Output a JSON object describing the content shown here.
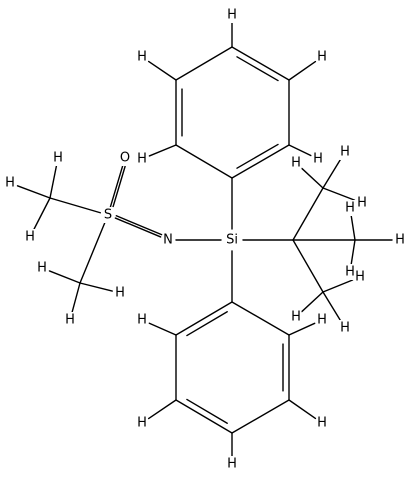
{
  "molecule": {
    "atoms": [
      {
        "id": "Si1",
        "label": "Si"
      },
      {
        "id": "N1",
        "label": "N"
      },
      {
        "id": "S1",
        "label": "S"
      },
      {
        "id": "O1",
        "label": "O"
      },
      {
        "id": "Ph1_C1",
        "label": ""
      },
      {
        "id": "Ph1_C2",
        "label": ""
      },
      {
        "id": "Ph1_C3",
        "label": ""
      },
      {
        "id": "Ph1_C4",
        "label": ""
      },
      {
        "id": "Ph1_C5",
        "label": ""
      },
      {
        "id": "Ph1_C6",
        "label": ""
      },
      {
        "id": "Ph2_C1",
        "label": ""
      },
      {
        "id": "Ph2_C2",
        "label": ""
      },
      {
        "id": "Ph2_C3",
        "label": ""
      },
      {
        "id": "Ph2_C4",
        "label": ""
      },
      {
        "id": "Ph2_C5",
        "label": ""
      },
      {
        "id": "Ph2_C6",
        "label": ""
      },
      {
        "id": "tBu_C",
        "label": ""
      },
      {
        "id": "Me1",
        "label": ""
      },
      {
        "id": "Me2",
        "label": ""
      },
      {
        "id": "Me3",
        "label": ""
      },
      {
        "id": "SMe1",
        "label": ""
      },
      {
        "id": "SMe2",
        "label": ""
      },
      {
        "id": "H1",
        "label": "H"
      },
      {
        "id": "H2",
        "label": "H"
      },
      {
        "id": "H3",
        "label": "H"
      },
      {
        "id": "H4",
        "label": "H"
      },
      {
        "id": "H5",
        "label": "H"
      },
      {
        "id": "H6",
        "label": "H"
      },
      {
        "id": "H7",
        "label": "H"
      },
      {
        "id": "H8",
        "label": "H"
      },
      {
        "id": "H9",
        "label": "H"
      },
      {
        "id": "H10",
        "label": "H"
      },
      {
        "id": "H11",
        "label": "H"
      },
      {
        "id": "H12",
        "label": "H"
      },
      {
        "id": "H13",
        "label": "H"
      },
      {
        "id": "H14",
        "label": "H"
      },
      {
        "id": "H15",
        "label": "H"
      },
      {
        "id": "H16",
        "label": "H"
      },
      {
        "id": "H17",
        "label": "H"
      },
      {
        "id": "H18",
        "label": "H"
      },
      {
        "id": "H19",
        "label": "H"
      },
      {
        "id": "H20",
        "label": "H"
      },
      {
        "id": "H21",
        "label": "H"
      },
      {
        "id": "H22",
        "label": "H"
      },
      {
        "id": "H23",
        "label": "H"
      },
      {
        "id": "H24",
        "label": "H"
      },
      {
        "id": "H25",
        "label": "H"
      }
    ],
    "bonds": [
      {
        "a": "Si1",
        "b": "N1",
        "order": 1
      },
      {
        "a": "N1",
        "b": "S1",
        "order": 2
      },
      {
        "a": "S1",
        "b": "O1",
        "order": 2
      },
      {
        "a": "S1",
        "b": "SMe1",
        "order": 1
      },
      {
        "a": "S1",
        "b": "SMe2",
        "order": 1
      },
      {
        "a": "Si1",
        "b": "Ph1_C1",
        "order": 1
      },
      {
        "a": "Ph1_C1",
        "b": "Ph1_C2",
        "order": 2
      },
      {
        "a": "Ph1_C2",
        "b": "Ph1_C3",
        "order": 1
      },
      {
        "a": "Ph1_C3",
        "b": "Ph1_C4",
        "order": 2
      },
      {
        "a": "Ph1_C4",
        "b": "Ph1_C5",
        "order": 1
      },
      {
        "a": "Ph1_C5",
        "b": "Ph1_C6",
        "order": 2
      },
      {
        "a": "Ph1_C6",
        "b": "Ph1_C1",
        "order": 1
      },
      {
        "a": "Si1",
        "b": "Ph2_C1",
        "order": 1
      },
      {
        "a": "Ph2_C1",
        "b": "Ph2_C2",
        "order": 1
      },
      {
        "a": "Ph2_C2",
        "b": "Ph2_C3",
        "order": 2
      },
      {
        "a": "Ph2_C3",
        "b": "Ph2_C4",
        "order": 1
      },
      {
        "a": "Ph2_C4",
        "b": "Ph2_C5",
        "order": 2
      },
      {
        "a": "Ph2_C5",
        "b": "Ph2_C6",
        "order": 1
      },
      {
        "a": "Ph2_C6",
        "b": "Ph2_C1",
        "order": 2
      },
      {
        "a": "Si1",
        "b": "tBu_C",
        "order": 1
      },
      {
        "a": "tBu_C",
        "b": "Me1",
        "order": 1
      },
      {
        "a": "tBu_C",
        "b": "Me2",
        "order": 1
      },
      {
        "a": "tBu_C",
        "b": "Me3",
        "order": 1
      },
      {
        "a": "Ph1_C6",
        "b": "H1",
        "order": 1
      },
      {
        "a": "Ph1_C5",
        "b": "H2",
        "order": 1
      },
      {
        "a": "Ph1_C4",
        "b": "H3",
        "order": 1
      },
      {
        "a": "Ph1_C3",
        "b": "H4",
        "order": 1
      },
      {
        "a": "Ph1_C2",
        "b": "H5",
        "order": 1
      },
      {
        "a": "Ph2_C2",
        "b": "H6",
        "order": 1
      },
      {
        "a": "Ph2_C3",
        "b": "H7",
        "order": 1
      },
      {
        "a": "Ph2_C4",
        "b": "H8",
        "order": 1
      },
      {
        "a": "Ph2_C5",
        "b": "H9",
        "order": 1
      },
      {
        "a": "Ph2_C6",
        "b": "H10",
        "order": 1
      },
      {
        "a": "Me1",
        "b": "H11",
        "order": 1
      },
      {
        "a": "Me1",
        "b": "H12",
        "order": 1
      },
      {
        "a": "Me1",
        "b": "H13",
        "order": 1
      },
      {
        "a": "Me2",
        "b": "H14",
        "order": 1
      },
      {
        "a": "Me2",
        "b": "H15",
        "order": 1
      },
      {
        "a": "Me2",
        "b": "H16",
        "order": 1
      },
      {
        "a": "Me3",
        "b": "H17",
        "order": 1
      },
      {
        "a": "Me3",
        "b": "H18",
        "order": 1
      },
      {
        "a": "Me3",
        "b": "H19",
        "order": 1
      },
      {
        "a": "SMe1",
        "b": "H20",
        "order": 1
      },
      {
        "a": "SMe1",
        "b": "H21",
        "order": 1
      },
      {
        "a": "SMe1",
        "b": "H22",
        "order": 1
      },
      {
        "a": "SMe2",
        "b": "H23",
        "order": 1
      },
      {
        "a": "SMe2",
        "b": "H24",
        "order": 1
      },
      {
        "a": "SMe2",
        "b": "H25",
        "order": 1
      }
    ]
  }
}
